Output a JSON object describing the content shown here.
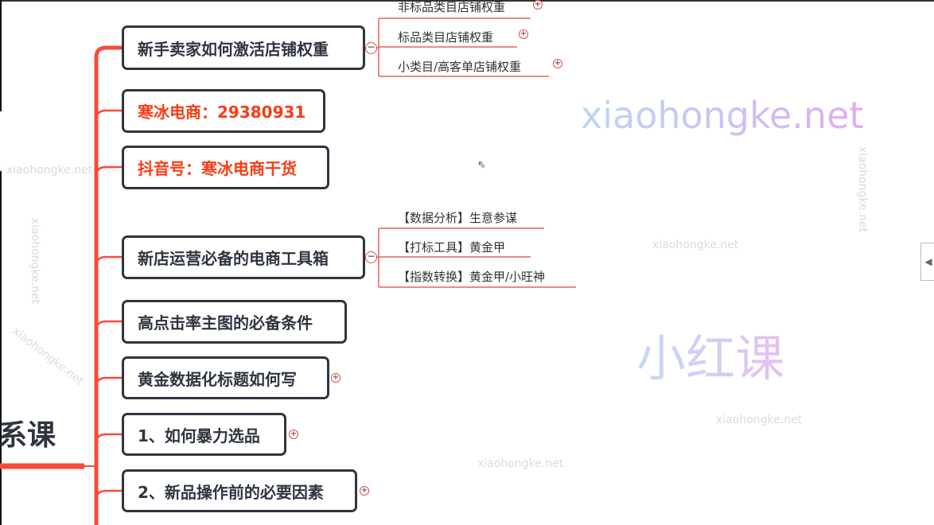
{
  "root": {
    "label": "系课"
  },
  "topics": [
    {
      "label": "新手卖家如何激活店铺权重",
      "style": "dark",
      "state": "expanded",
      "children": [
        {
          "label": "非标品类目店铺权重",
          "state": "collapsed"
        },
        {
          "label": "标品类目店铺权重",
          "state": "collapsed"
        },
        {
          "label": "小类目/高客单店铺权重",
          "state": "collapsed"
        }
      ]
    },
    {
      "label": "寒冰电商：29380931",
      "style": "red"
    },
    {
      "label": "抖音号：寒冰电商干货",
      "style": "red"
    },
    {
      "label": "新店运营必备的电商工具箱",
      "style": "dark",
      "state": "expanded",
      "children": [
        {
          "label": "【数据分析】生意参谋"
        },
        {
          "label": "【打标工具】黄金甲"
        },
        {
          "label": "【指数转换】黄金甲/小旺神"
        }
      ]
    },
    {
      "label": "高点击率主图的必备条件",
      "style": "dark"
    },
    {
      "label": "黄金数据化标题如何写",
      "style": "dark",
      "state": "collapsed"
    },
    {
      "label": "1、如何暴力选品",
      "style": "dark",
      "state": "collapsed"
    },
    {
      "label": "2、新品操作前的必要因素",
      "style": "dark",
      "state": "collapsed"
    }
  ],
  "icons": {
    "expand": "+",
    "collapse": "−",
    "panel_toggle": "◀",
    "cursor": "⇖"
  },
  "watermark": {
    "brand_cn": "小红课",
    "domain": "xiaohongke.net"
  },
  "colors": {
    "branch": "#fa4a3a",
    "topic_text": "#2f3540",
    "highlight_text": "#fa3c14",
    "border": "#2f3540"
  }
}
